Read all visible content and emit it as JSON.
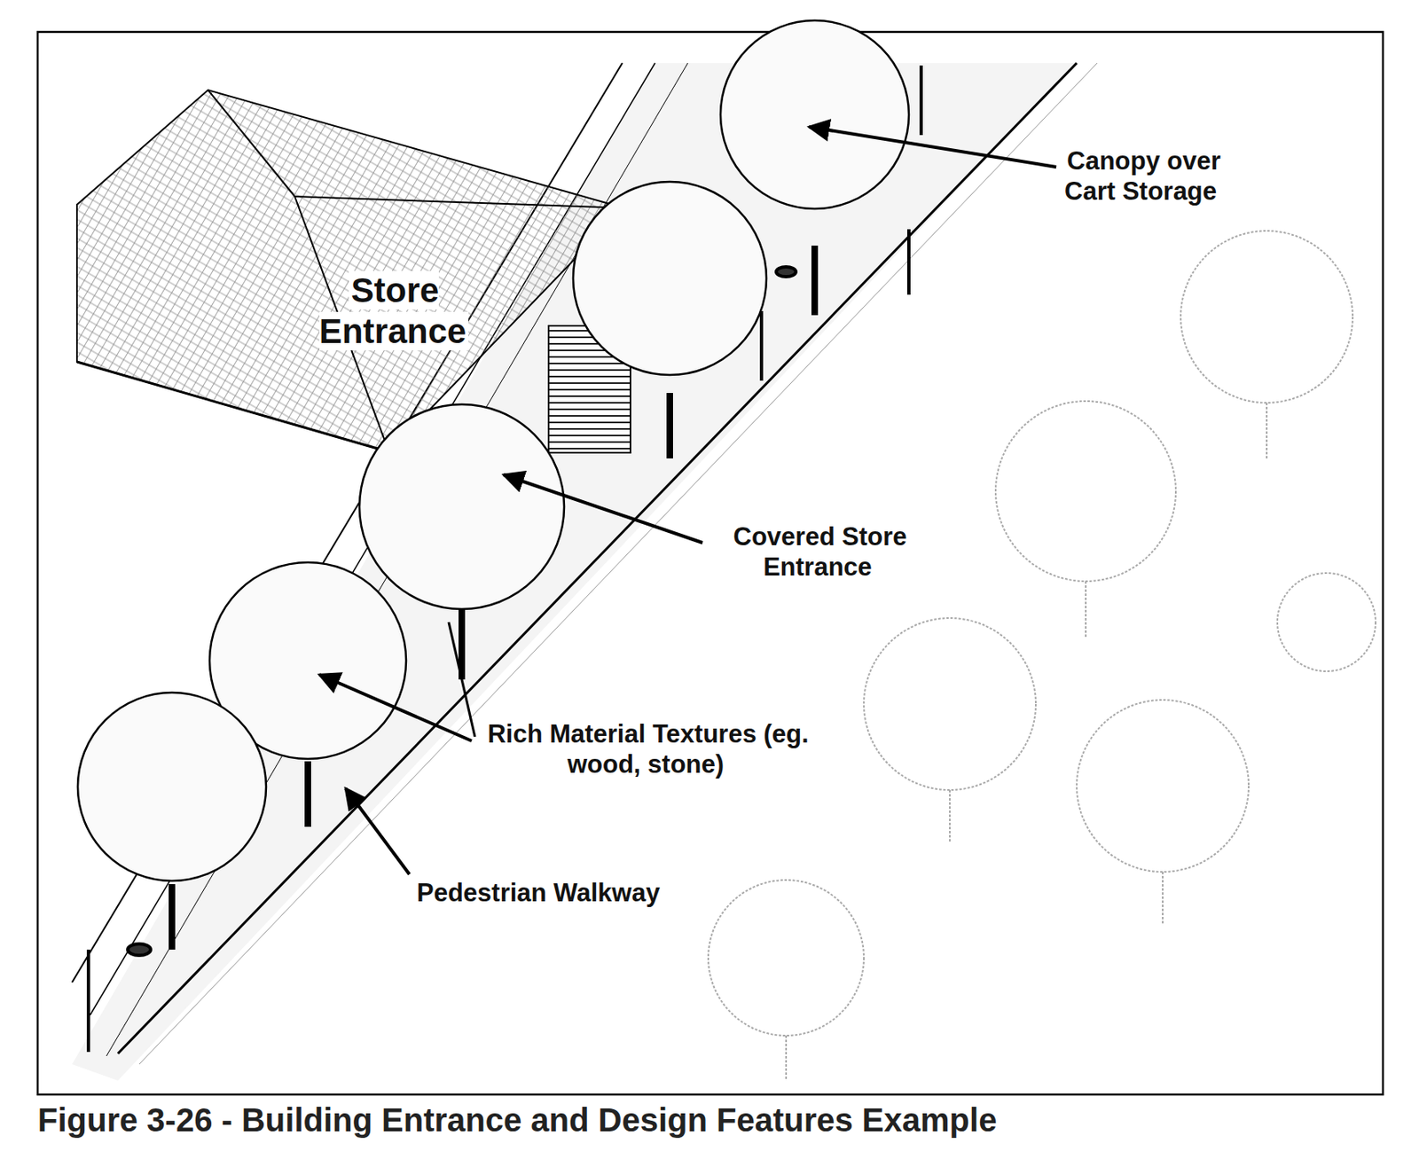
{
  "diagram": {
    "caption": "Figure 3-26 - Building Entrance and Design Features Example",
    "labels": [
      "Store Entrance",
      "Canopy over Cart Storage",
      "Covered Store Entrance",
      "Rich Material Textures (eg. wood, stone)",
      "Pedestrian Walkway"
    ]
  }
}
